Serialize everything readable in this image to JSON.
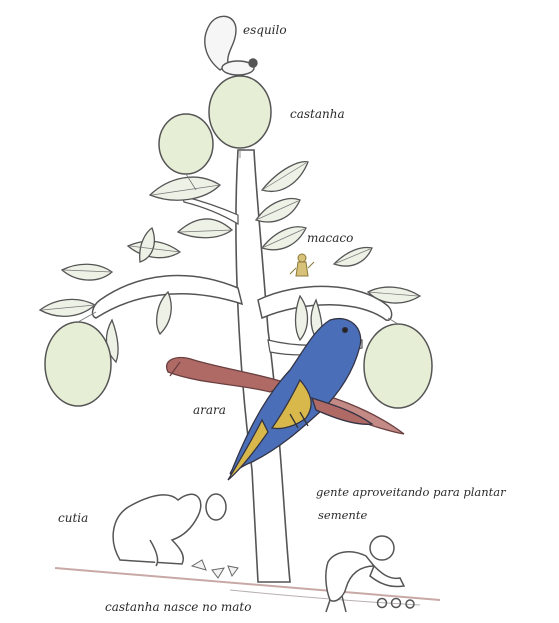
{
  "labels": {
    "squirrel": "esquilo",
    "nut": "castanha",
    "monkey": "macaco",
    "macaw": "arara",
    "agouti": "cutia",
    "people_line1": "gente aproveitando para plantar",
    "people_line2": "semente",
    "ground": "castanha nasce no mato"
  },
  "colors": {
    "outline": "#555555",
    "fruit": "#e6eed6",
    "leaf": "#eef1e6",
    "macaw_blue": "#4a6fb8",
    "macaw_yellow": "#d8b84a",
    "bird_red": "#b06a66",
    "ground": "#c9a9a6"
  }
}
